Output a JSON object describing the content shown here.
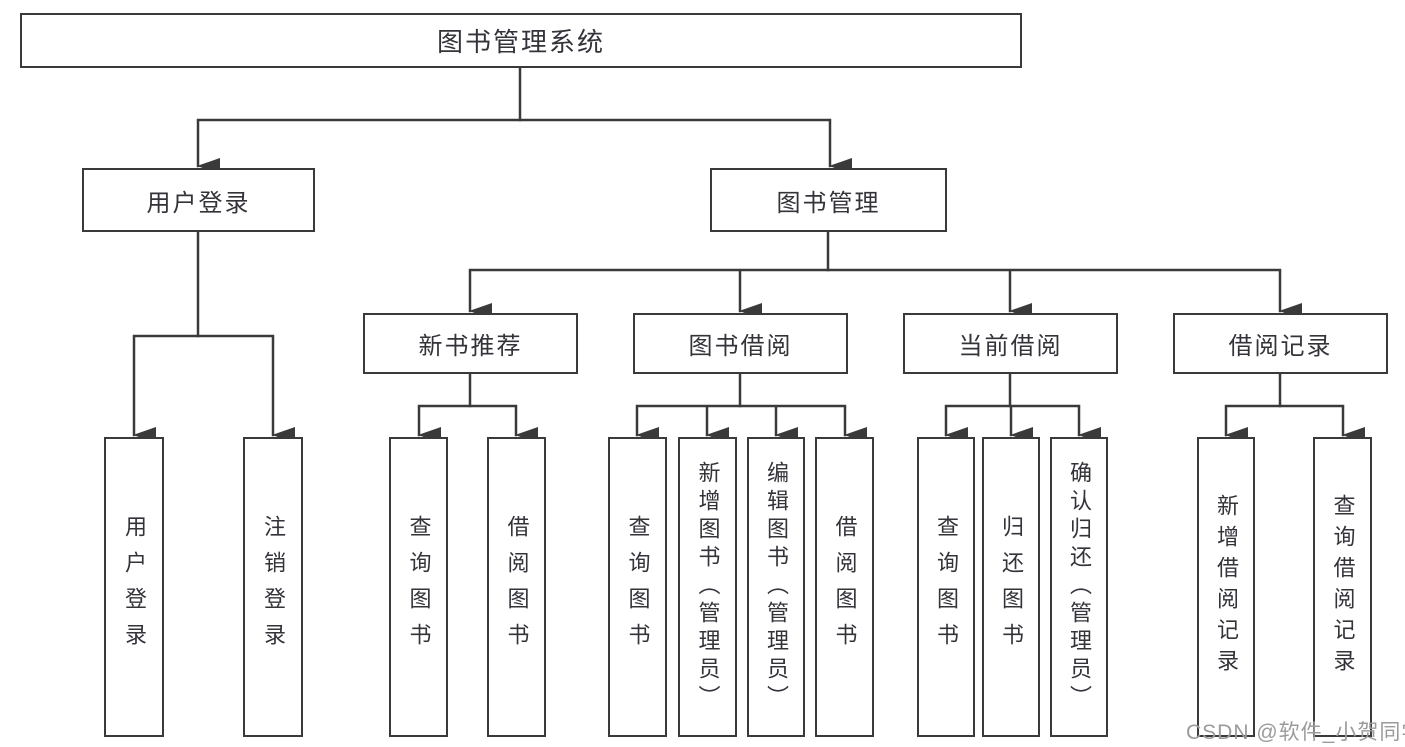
{
  "diagram": {
    "root": {
      "label": "图书管理系统",
      "children": [
        {
          "label": "用户登录",
          "children": [
            {
              "label": "用户登录"
            },
            {
              "label": "注销登录"
            }
          ]
        },
        {
          "label": "图书管理",
          "children": [
            {
              "label": "新书推荐",
              "children": [
                {
                  "label": "查询图书"
                },
                {
                  "label": "借阅图书"
                }
              ]
            },
            {
              "label": "图书借阅",
              "children": [
                {
                  "label": "查询图书"
                },
                {
                  "label": "新增图书（管理员）"
                },
                {
                  "label": "编辑图书（管理员）"
                },
                {
                  "label": "借阅图书"
                }
              ]
            },
            {
              "label": "当前借阅",
              "children": [
                {
                  "label": "查询图书"
                },
                {
                  "label": "归还图书"
                },
                {
                  "label": "确认归还（管理员）"
                }
              ]
            },
            {
              "label": "借阅记录",
              "children": [
                {
                  "label": "新增借阅记录"
                },
                {
                  "label": "查询借阅记录"
                }
              ]
            }
          ]
        }
      ]
    }
  },
  "watermark": "CSDN @软件_小贺同学",
  "colors": {
    "line": "#3a3a3a",
    "text": "#33333a",
    "background": "#ffffff",
    "watermark": "#9b9b9b"
  }
}
